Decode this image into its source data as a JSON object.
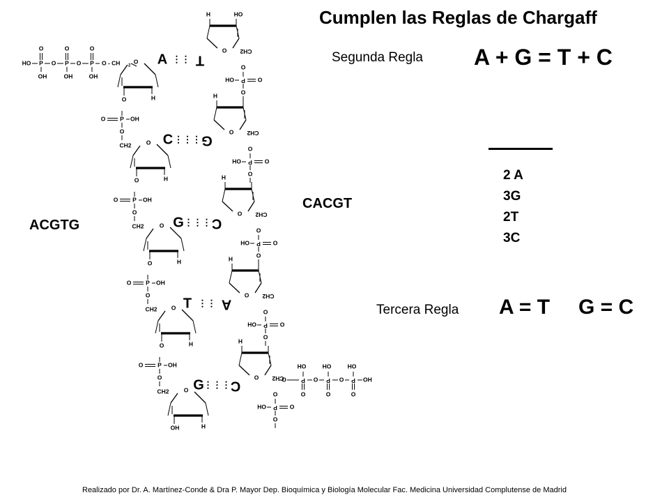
{
  "title": "Cumplen las Reglas de Chargaff",
  "segunda": {
    "label": "Segunda Regla",
    "equation": "A + G = T + C"
  },
  "counts": [
    "2 A",
    "3G",
    "2T",
    "3C"
  ],
  "tercera": {
    "label": "Tercera Regla",
    "equation_at": "A = T",
    "equation_gc": "G = C"
  },
  "strands": {
    "left": "ACGTG",
    "right": "CACGT"
  },
  "credit": "Realizado por Dr. A. Martínez-Conde  & Dra P. Mayor Dep. Bioquímica y Biología Molecular Fac. Medicina Universidad Complutense de Madrid",
  "left_strand": {
    "triphosphate": [
      "HO",
      "P",
      "O",
      "P",
      "O",
      "P",
      "O - CH",
      "2",
      "OH",
      "OH",
      "OH",
      "O",
      "O",
      "O"
    ],
    "bases": [
      "A",
      "C",
      "G",
      "T",
      "G"
    ],
    "sugar": {
      "ring_o": "O",
      "ch2": "CH",
      "sub2": "2",
      "o3": "O",
      "h": "H",
      "oh": "OH"
    },
    "phosphate": {
      "o_top": "O",
      "p": "P",
      "oh": "OH",
      "o_dbl": "O",
      "o_bot": "O"
    }
  },
  "right_strand": {
    "bases": [
      "T",
      "G",
      "C",
      "A",
      "C"
    ],
    "sugar": {
      "ring_o": "O",
      "ch2": "CH",
      "sub2": "2",
      "h": "H",
      "ho": "HO"
    },
    "phosphate": {
      "p": "P",
      "ho": "HO",
      "o_dbl": "O",
      "o": "O"
    },
    "triphosphate": [
      "- O",
      "P",
      "O",
      "P",
      "O",
      "P",
      "OH",
      "HO",
      "HO",
      "HO",
      "O",
      "O",
      "O"
    ]
  },
  "hbond": {
    "at": "⋮⋮",
    "gc": "⋮⋮⋮"
  }
}
